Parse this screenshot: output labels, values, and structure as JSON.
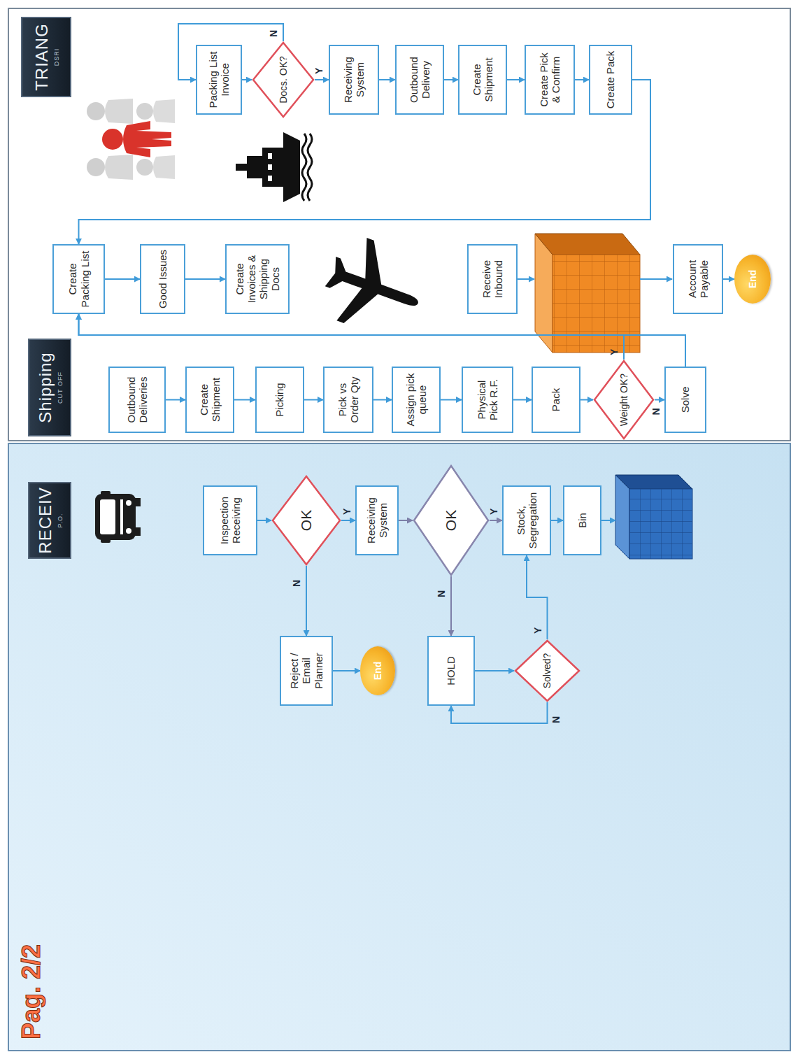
{
  "diagram": {
    "nodes": [
      {
        "text": [
          "RECEIV",
          "P.O."
        ]
      },
      {
        "text": [
          "Inspection Receiving"
        ]
      },
      {
        "text": [
          "OK"
        ]
      },
      {
        "text": [
          "Reject / Email Planner"
        ]
      },
      {
        "text": [
          "End"
        ]
      },
      {
        "text": [
          "Receiving System"
        ]
      },
      {
        "text": [
          "OK"
        ]
      },
      {
        "text": [
          "HOLD"
        ]
      },
      {
        "text": [
          "Solved?"
        ]
      },
      {
        "text": [
          "Stock, Segregation"
        ]
      },
      {
        "text": [
          "Bin"
        ]
      },
      {
        "text": [
          "Shipping",
          "CUT OFF"
        ]
      },
      {
        "text": [
          "Outbound Deliveries"
        ]
      },
      {
        "text": [
          "Create Shipment"
        ]
      },
      {
        "text": [
          "Picking"
        ]
      },
      {
        "text": [
          "Pick vs Order Qty"
        ]
      },
      {
        "text": [
          "Assign pick queue"
        ]
      },
      {
        "text": [
          "Physical Pick R.F."
        ]
      },
      {
        "text": [
          "Pack"
        ]
      },
      {
        "text": [
          "Weight OK?"
        ]
      },
      {
        "text": [
          "Solve"
        ]
      },
      {
        "text": [
          "Create Packing List"
        ]
      },
      {
        "text": [
          "Good Issues"
        ]
      },
      {
        "text": [
          "Create Invoices & Shipping Docs"
        ]
      },
      {
        "text": [
          "Receive Inbound"
        ]
      },
      {
        "text": [
          "Account Payable"
        ]
      },
      {
        "text": [
          "End"
        ]
      },
      {
        "text": [
          "TRIANG",
          "DSRI"
        ]
      },
      {
        "text": [
          "Packing List Invoice"
        ]
      },
      {
        "text": [
          "Docs. OK?"
        ]
      },
      {
        "text": [
          "Receiving System"
        ]
      },
      {
        "text": [
          "Outbound Delivery"
        ]
      },
      {
        "text": [
          "Create Shipment"
        ]
      },
      {
        "text": [
          "Create Pick & Confirm"
        ]
      },
      {
        "text": [
          "Create Pack"
        ]
      }
    ],
    "edges": [
      {
        "from": 1,
        "to": 2,
        "arrow": "to"
      },
      {
        "from": 2,
        "to": 5,
        "label": "Y",
        "arrow": "to"
      },
      {
        "from": 2,
        "to": 3,
        "label": "N",
        "arrow": "to"
      },
      {
        "from": 3,
        "to": 4,
        "arrow": "to"
      },
      {
        "from": 5,
        "to": 6,
        "arrow": "to"
      },
      {
        "from": 6,
        "to": 9,
        "label": "Y",
        "arrow": "to"
      },
      {
        "from": 6,
        "to": 7,
        "label": "N",
        "arrow": "to"
      },
      {
        "from": 7,
        "to": 8,
        "arrow": "to"
      },
      {
        "from": 8,
        "to": 9,
        "label": "Y",
        "arrow": "to"
      },
      {
        "from": 8,
        "to": 7,
        "label": "N",
        "arrow": "to"
      },
      {
        "from": 9,
        "to": 10,
        "arrow": "to"
      },
      {
        "from": 12,
        "to": 13,
        "arrow": "to"
      },
      {
        "from": 13,
        "to": 14,
        "arrow": "to"
      },
      {
        "from": 14,
        "to": 15,
        "arrow": "to"
      },
      {
        "from": 15,
        "to": 16,
        "arrow": "to"
      },
      {
        "from": 16,
        "to": 17,
        "arrow": "to"
      },
      {
        "from": 17,
        "to": 18,
        "arrow": "to"
      },
      {
        "from": 18,
        "to": 19,
        "arrow": "to"
      },
      {
        "from": 19,
        "to": 20,
        "label": "N",
        "arrow": "to"
      },
      {
        "from": 19,
        "to": 21,
        "label": "Y",
        "arrow": "to"
      },
      {
        "from": 20,
        "to": 21,
        "arrow": "to"
      },
      {
        "from": 21,
        "to": 22,
        "arrow": "to"
      },
      {
        "from": 22,
        "to": 23,
        "arrow": "to"
      },
      {
        "from": 25,
        "to": 26,
        "arrow": "to"
      },
      {
        "from": 28,
        "to": 29,
        "arrow": "to"
      },
      {
        "from": 29,
        "to": 28,
        "label": "N",
        "arrow": "to"
      },
      {
        "from": 29,
        "to": 30,
        "label": "Y",
        "arrow": "to"
      },
      {
        "from": 30,
        "to": 31,
        "arrow": "to"
      },
      {
        "from": 31,
        "to": 32,
        "arrow": "to"
      },
      {
        "from": 32,
        "to": 33,
        "arrow": "to"
      },
      {
        "from": 33,
        "to": 34,
        "arrow": "to"
      },
      {
        "from": 34,
        "to": 21,
        "arrow": "to"
      }
    ],
    "labels": [
      "Pag. 2/2"
    ]
  }
}
